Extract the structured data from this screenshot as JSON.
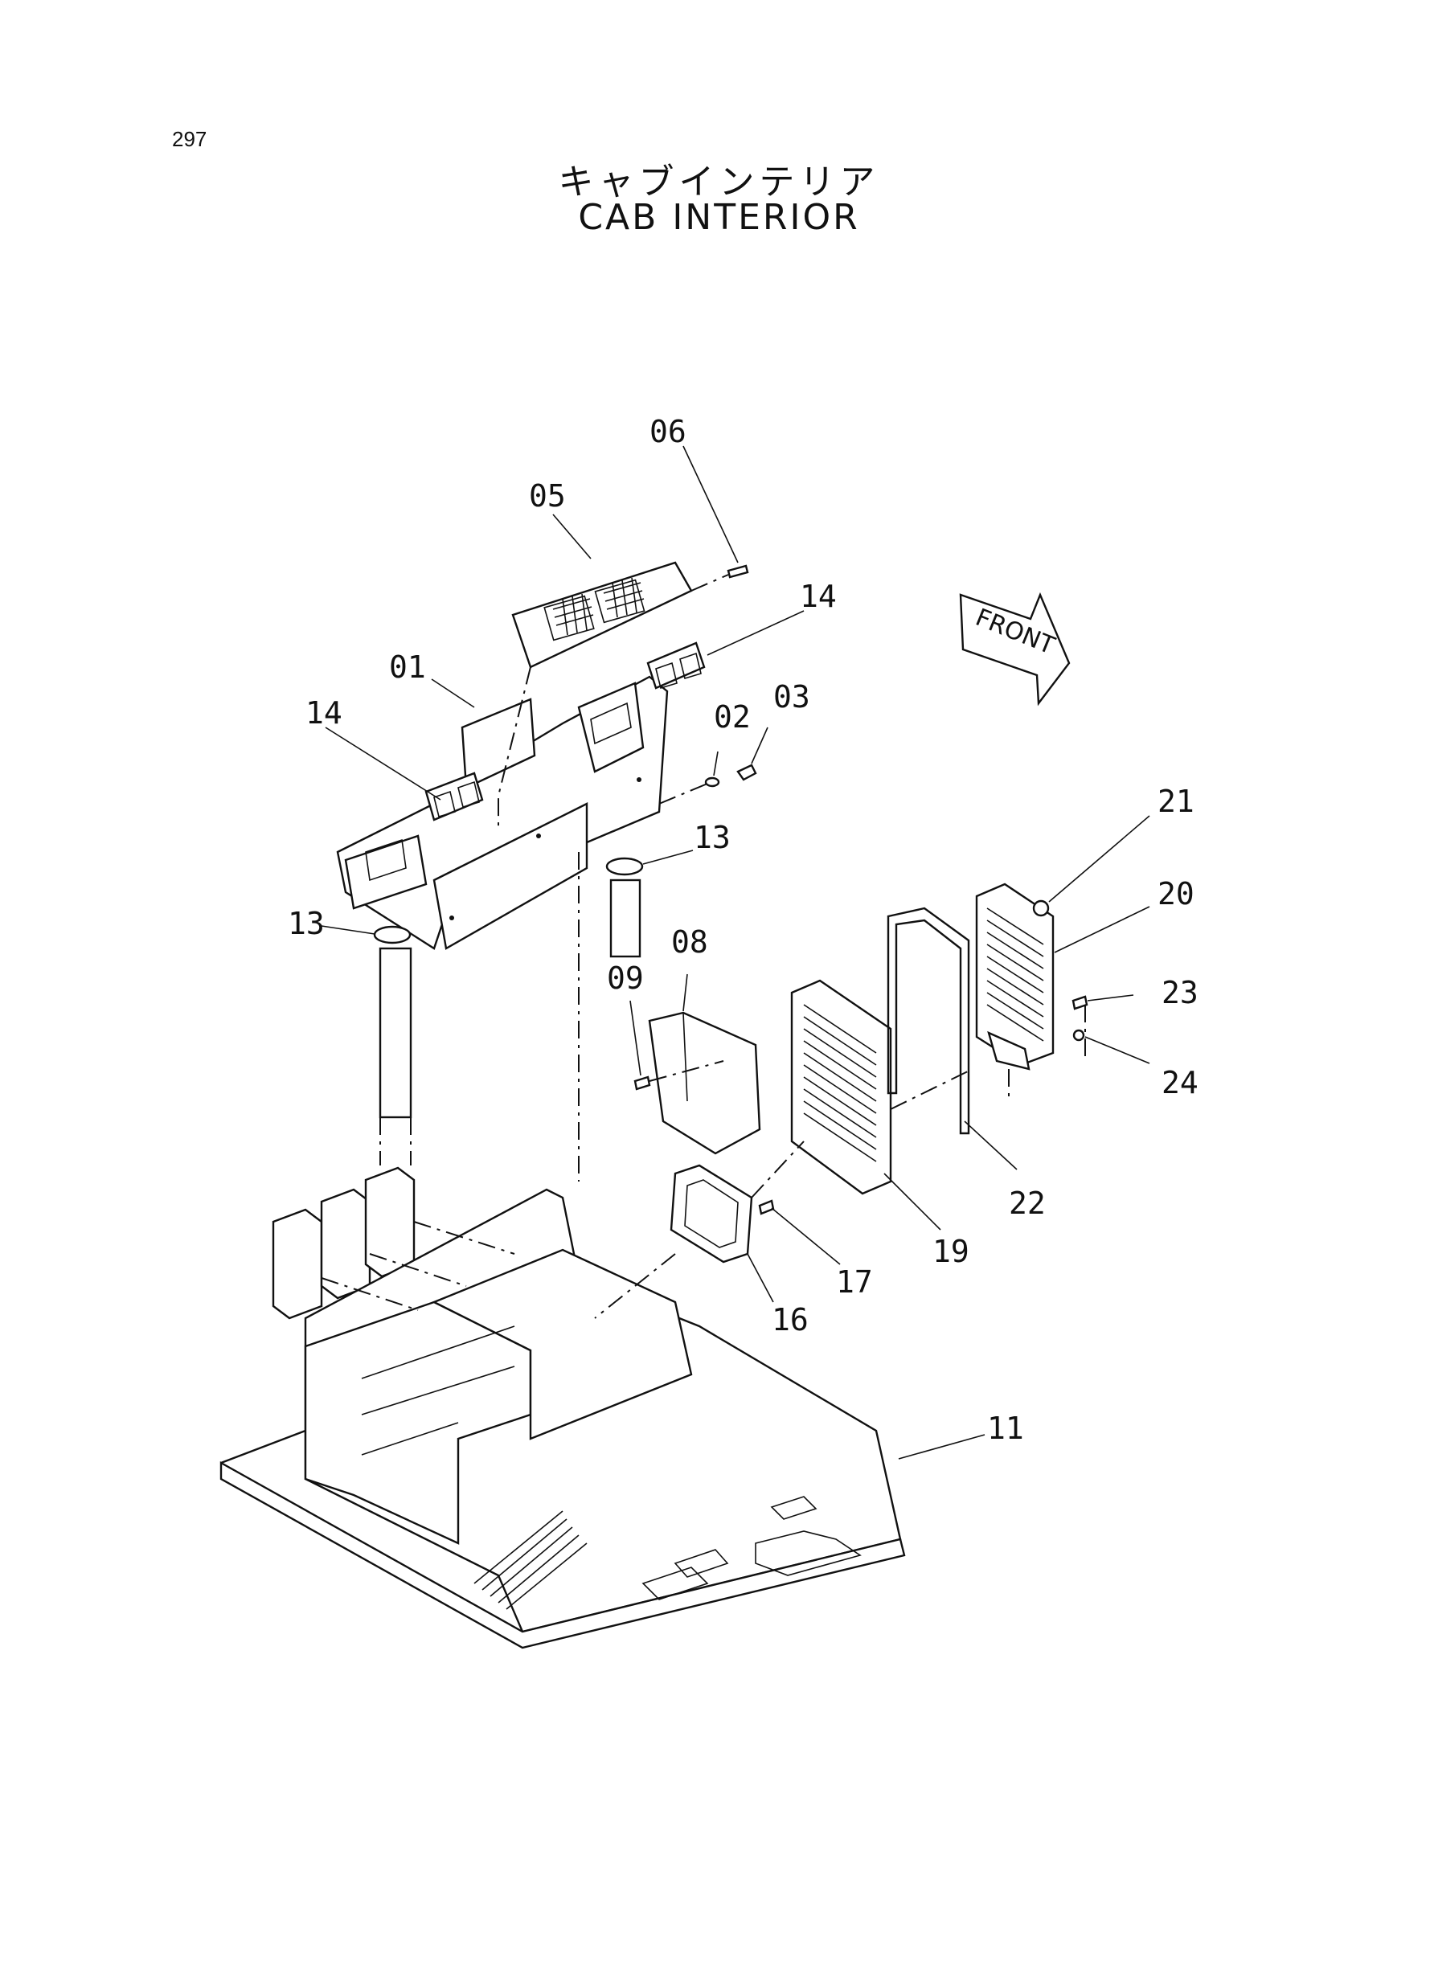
{
  "page_number": "297",
  "title_jp": "キャブインテリア",
  "title_en": "CAB INTERIOR",
  "front_arrow_label": "FRONT",
  "callouts": {
    "c01": "01",
    "c02": "02",
    "c03": "03",
    "c05": "05",
    "c06": "06",
    "c08": "08",
    "c09": "09",
    "c11": "11",
    "c13a": "13",
    "c13b": "13",
    "c14a": "14",
    "c14b": "14",
    "c16": "16",
    "c17": "17",
    "c19": "19",
    "c20": "20",
    "c21": "21",
    "c22": "22",
    "c23": "23",
    "c24": "24"
  }
}
